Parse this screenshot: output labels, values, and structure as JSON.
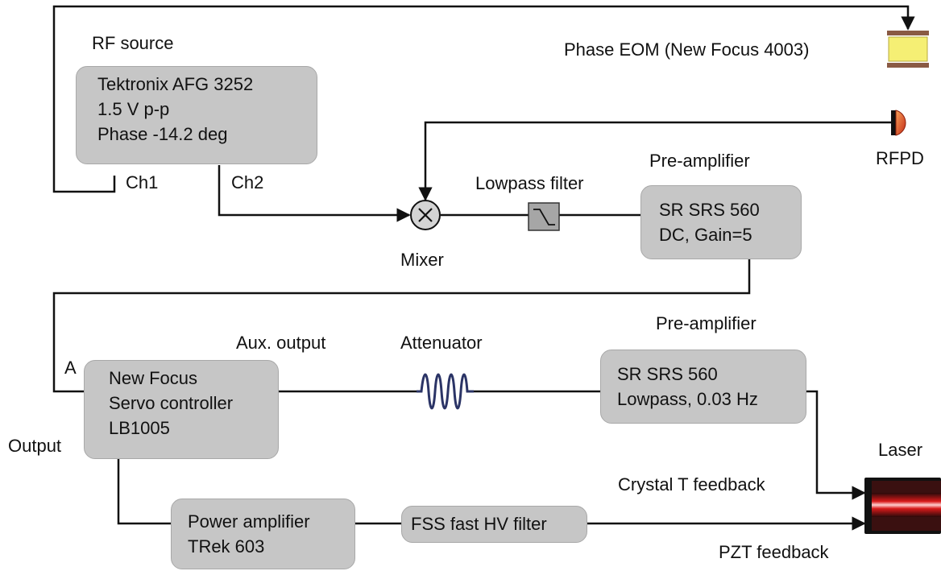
{
  "labels": {
    "rf_source": "RF source",
    "ch1": "Ch1",
    "ch2": "Ch2",
    "phase_eom": "Phase EOM (New Focus 4003)",
    "rfpd": "RFPD",
    "lowpass_filter": "Lowpass filter",
    "pre_amplifier_1": "Pre-amplifier",
    "mixer": "Mixer",
    "pre_amplifier_2": "Pre-amplifier",
    "aux_output": "Aux. output",
    "attenuator": "Attenuator",
    "a": "A",
    "output": "Output",
    "laser": "Laser",
    "crystal_t_feedback": "Crystal T feedback",
    "pzt_feedback": "PZT feedback"
  },
  "boxes": {
    "rf_source": [
      "Tektronix AFG 3252",
      "1.5 V p-p",
      "Phase -14.2 deg"
    ],
    "preamp_1": [
      "SR SRS 560",
      "DC, Gain=5"
    ],
    "servo": [
      "New Focus",
      "Servo controller",
      "LB1005"
    ],
    "preamp_2": [
      "SR SRS 560",
      "Lowpass, 0.03 Hz"
    ],
    "power_amp": [
      "Power amplifier",
      "TRek 603"
    ],
    "hv_filter": [
      "FSS fast HV filter"
    ]
  },
  "colors": {
    "box_fill": "#c6c6c6",
    "wire": "#111111",
    "eom_crystal": "#f5ef74",
    "eom_plate": "#8a5a44",
    "rfpd": "#d7401e",
    "attenuator_coil": "#2b3466",
    "laser_beam": "#d81a1a"
  }
}
